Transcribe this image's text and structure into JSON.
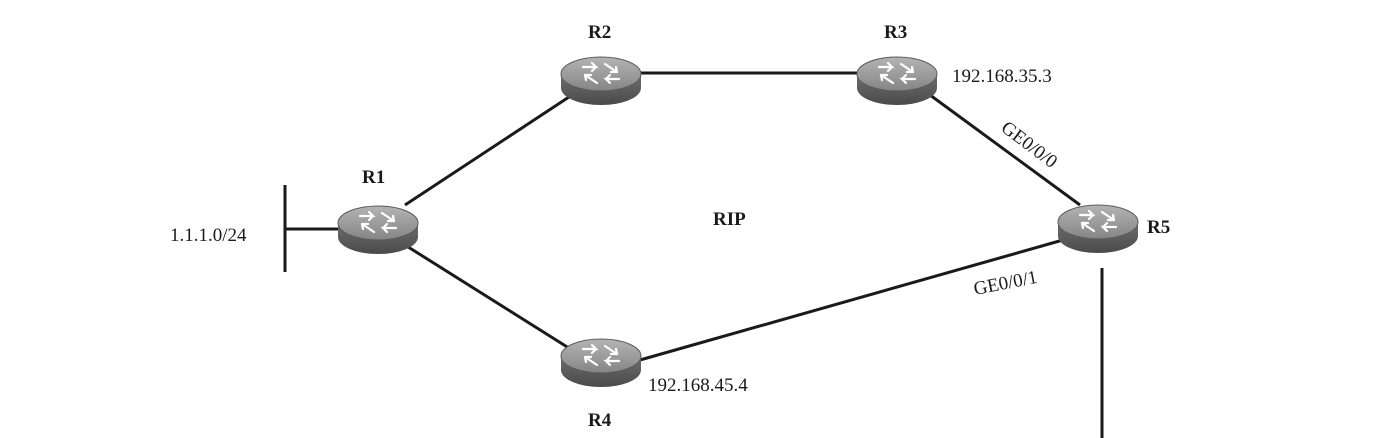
{
  "diagram": {
    "area_label": "RIP",
    "routers": [
      {
        "id": "R1",
        "label": "R1",
        "address": ""
      },
      {
        "id": "R2",
        "label": "R2",
        "address": ""
      },
      {
        "id": "R3",
        "label": "R3",
        "address": "192.168.35.3"
      },
      {
        "id": "R4",
        "label": "R4",
        "address": "192.168.45.4"
      },
      {
        "id": "R5",
        "label": "R5",
        "address": ""
      }
    ],
    "network": "1.1.1.0/24",
    "interfaces": {
      "r5_to_r3": "GE0/0/0",
      "r5_to_r4": "GE0/0/1"
    },
    "links": [
      [
        "R1",
        "R2"
      ],
      [
        "R2",
        "R3"
      ],
      [
        "R3",
        "R5"
      ],
      [
        "R1",
        "R4"
      ],
      [
        "R4",
        "R5"
      ]
    ],
    "colors": {
      "router_body": "#7a7a7a",
      "router_top": "#9a9a9a",
      "line": "#1a1a1a"
    }
  }
}
